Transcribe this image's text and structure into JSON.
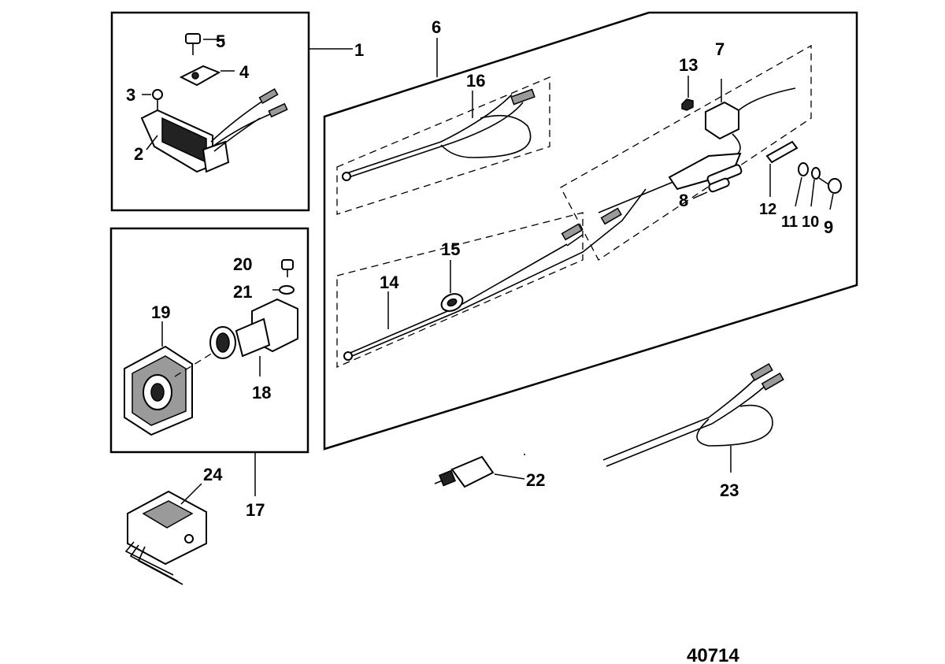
{
  "diagram_id": "40714",
  "callouts": {
    "c1": "1",
    "c2": "2",
    "c3": "3",
    "c4": "4",
    "c5": "5",
    "c6": "6",
    "c7": "7",
    "c8": "8",
    "c9": "9",
    "c10": "10",
    "c11": "11",
    "c12": "12",
    "c13": "13",
    "c14": "14",
    "c15": "15",
    "c16": "16",
    "c17": "17",
    "c18": "18",
    "c19": "19",
    "c20": "20",
    "c21": "21",
    "c22": "22",
    "c23": "23",
    "c24": "24"
  }
}
